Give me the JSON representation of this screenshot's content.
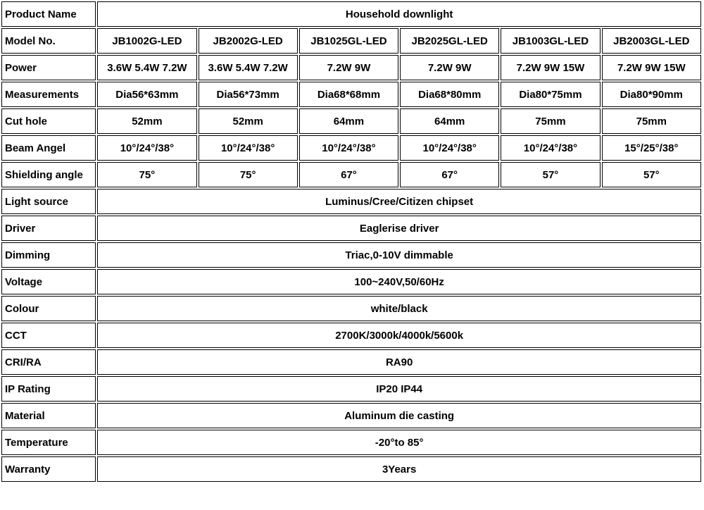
{
  "title": "Household downlight",
  "table": {
    "border_color": "#000000",
    "background_color": "#ffffff",
    "text_color": "#000000",
    "header_row": {
      "label": "Product Name",
      "value": "Household downlight"
    },
    "column_rows": [
      {
        "label": "Model No.",
        "cells": [
          "JB1002G-LED",
          "JB2002G-LED",
          "JB1025GL-LED",
          "JB2025GL-LED",
          "JB1003GL-LED",
          "JB2003GL-LED"
        ]
      },
      {
        "label": "Power",
        "cells": [
          "3.6W 5.4W 7.2W",
          "3.6W 5.4W 7.2W",
          "7.2W 9W",
          "7.2W 9W",
          "7.2W 9W 15W",
          "7.2W 9W 15W"
        ]
      },
      {
        "label": "Measurements",
        "cells": [
          "Dia56*63mm",
          "Dia56*73mm",
          "Dia68*68mm",
          "Dia68*80mm",
          "Dia80*75mm",
          "Dia80*90mm"
        ]
      },
      {
        "label": "Cut hole",
        "cells": [
          "52mm",
          "52mm",
          "64mm",
          "64mm",
          "75mm",
          "75mm"
        ]
      },
      {
        "label": "Beam Angel",
        "cells": [
          "10°/24°/38°",
          "10°/24°/38°",
          "10°/24°/38°",
          "10°/24°/38°",
          "10°/24°/38°",
          "15°/25°/38°"
        ]
      },
      {
        "label": "Shielding angle",
        "cells": [
          "75°",
          "75°",
          "67°",
          "67°",
          "57°",
          "57°"
        ]
      }
    ],
    "span_rows": [
      {
        "label": "Light source",
        "value": "Luminus/Cree/Citizen chipset"
      },
      {
        "label": "Driver",
        "value": "Eaglerise driver"
      },
      {
        "label": "Dimming",
        "value": "Triac,0-10V dimmable"
      },
      {
        "label": "Voltage",
        "value": "100~240V,50/60Hz"
      },
      {
        "label": "Colour",
        "value": "white/black"
      },
      {
        "label": "CCT",
        "value": "2700K/3000k/4000k/5600k"
      },
      {
        "label": "CRI/RA",
        "value": "RA90"
      },
      {
        "label": "IP Rating",
        "value": "IP20 IP44"
      },
      {
        "label": "Material",
        "value": "Aluminum die casting"
      },
      {
        "label": "Temperature",
        "value": "-20°to 85°"
      },
      {
        "label": "Warranty",
        "value": "3Years"
      }
    ]
  }
}
